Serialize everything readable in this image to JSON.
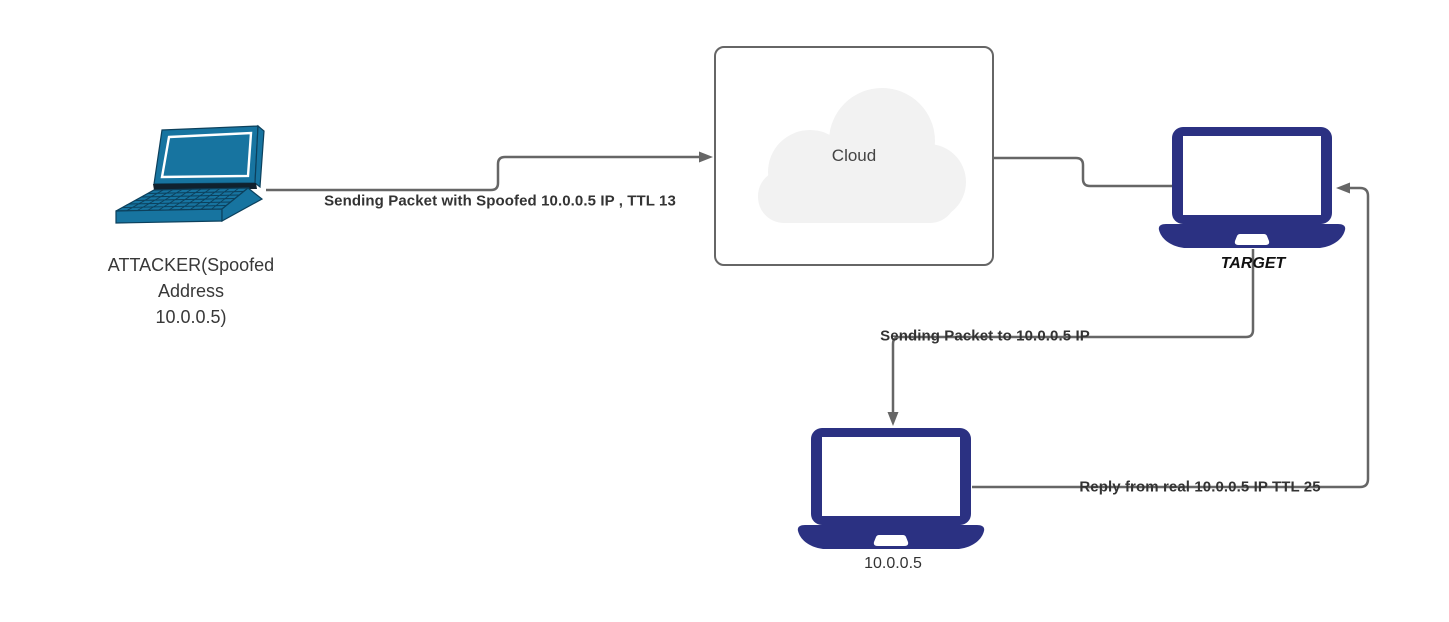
{
  "diagram_type": "network-attack-flow",
  "nodes": {
    "attacker": {
      "icon": "laptop-3d-icon",
      "line1": "ATTACKER(Spoofed",
      "line2": "Address",
      "line3": "10.0.0.5)",
      "full_label": "ATTACKER(Spoofed Address 10.0.0.5)"
    },
    "cloud": {
      "icon": "cloud-icon",
      "label": "Cloud"
    },
    "target": {
      "icon": "laptop-icon",
      "label": "TARGET"
    },
    "real_host": {
      "icon": "laptop-icon",
      "label": "10.0.0.5"
    }
  },
  "edges": {
    "attacker_to_cloud": {
      "label": "Sending Packet with Spoofed 10.0.0.5 IP , TTL 13",
      "arrow": "right"
    },
    "cloud_to_target": {
      "label": "",
      "arrow": "none"
    },
    "target_to_real": {
      "label": "Sending Packet to 10.0.0.5 IP",
      "arrow": "down"
    },
    "real_to_target": {
      "label": "Reply from real 10.0.0.5 IP TTL 25",
      "arrow": "left"
    }
  },
  "colors": {
    "laptop_navy": "#2B3182",
    "laptop_teal": "#1774A0",
    "laptop_teal_dark": "#0C405C",
    "connector": "#666666",
    "cloud_fill": "#F2F2F2",
    "box_border": "#666666",
    "edge_label": "#333333",
    "node_label": "#333333"
  }
}
